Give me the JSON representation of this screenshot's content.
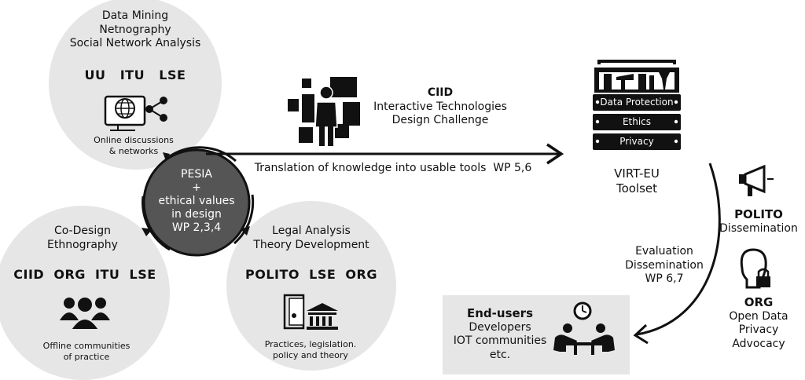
{
  "top_circle": {
    "methods": [
      "Data Mining",
      "Netnography",
      "Social Network Analysis"
    ],
    "orgs": "UU   ITU   LSE",
    "caption": [
      "Online discussions",
      "& networks"
    ],
    "icon": "globe-share-icon"
  },
  "left_circle": {
    "methods": [
      "Co-Design",
      "Ethnography"
    ],
    "orgs": "CIID  ORG  ITU  LSE",
    "caption": [
      "Offline communities",
      "of practice"
    ],
    "icon": "group-people-icon"
  },
  "right_circle": {
    "methods": [
      "Legal Analysis",
      "Theory Development"
    ],
    "orgs": "POLITO  LSE  ORG",
    "caption": [
      "Practices, legislation.",
      "policy and theory"
    ],
    "icon": "law-institution-icon"
  },
  "center_circle": {
    "lines": [
      "PESIA",
      "+",
      "ethical values",
      "in design",
      "WP 2,3,4"
    ],
    "color": "#555555"
  },
  "ciid": {
    "org": "CIID",
    "lines": [
      "Interactive Technologies",
      "Design Challenge"
    ],
    "icon": "person-interfaces-icon"
  },
  "arrow_label": "Translation of knowledge into usable tools  WP 5,6",
  "toolset": {
    "items": [
      "Data Protection",
      "Ethics",
      "Privacy"
    ],
    "title": [
      "VIRT-EU",
      "Toolset"
    ],
    "icon": "toolbox-icon"
  },
  "evaluation": [
    "Evaluation",
    "Dissemination",
    "WP 6,7"
  ],
  "polito": {
    "org": "POLITO",
    "role": "Dissemination",
    "icon": "megaphone-icon"
  },
  "org": {
    "org": "ORG",
    "lines": [
      "Open Data",
      "Privacy Advocacy"
    ],
    "icon": "privacy-person-icon"
  },
  "end_users": {
    "title": "End-users",
    "lines": [
      "Developers",
      "IOT communities",
      "etc."
    ],
    "icon": "meeting-clock-icon"
  }
}
